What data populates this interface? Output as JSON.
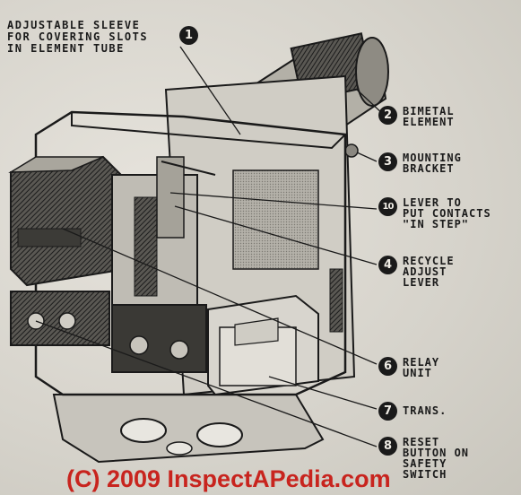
{
  "callouts": [
    {
      "num": "1",
      "label": "ADJUSTABLE SLEEVE\nFOR COVERING SLOTS\nIN ELEMENT TUBE"
    },
    {
      "num": "2",
      "label": "BIMETAL\nELEMENT"
    },
    {
      "num": "3",
      "label": "MOUNTING\nBRACKET"
    },
    {
      "num": "10",
      "label": "LEVER TO\nPUT CONTACTS\n\"IN STEP\""
    },
    {
      "num": "4",
      "label": "RECYCLE\nADJUST\nLEVER"
    },
    {
      "num": "6",
      "label": "RELAY\nUNIT"
    },
    {
      "num": "7",
      "label": "TRANS."
    },
    {
      "num": "8",
      "label": "RESET\nBUTTON ON\nSAFETY\nSWITCH"
    }
  ],
  "copyright": "(C) 2009 InspectAPedia.com",
  "colors": {
    "ink": "#1a1a1a",
    "paper": "#d9d6cf",
    "watermark": "#c8241e"
  }
}
